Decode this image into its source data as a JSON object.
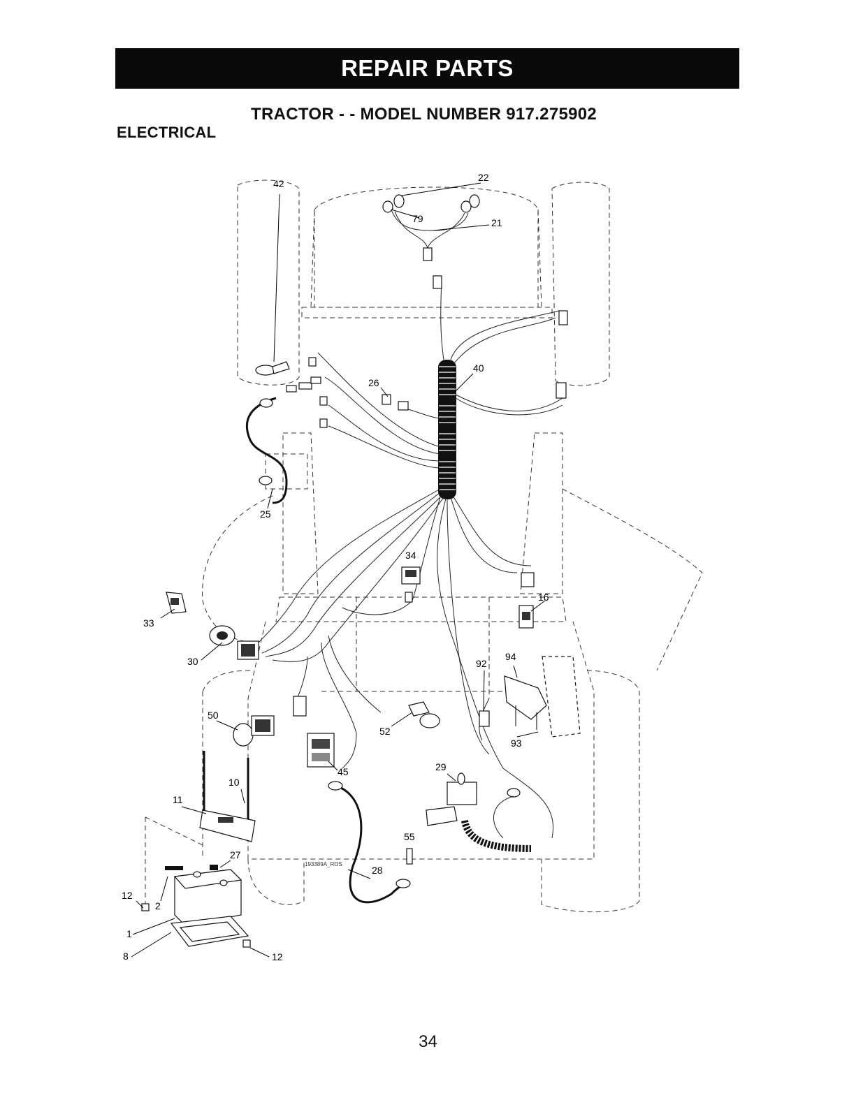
{
  "header": {
    "banner": "REPAIR PARTS",
    "subtitle": "TRACTOR - - MODEL NUMBER 917.275902",
    "section": "ELECTRICAL"
  },
  "diagram": {
    "drawing_code": "193389A_ROS",
    "callouts": {
      "c22": "22",
      "c79": "79",
      "c21": "21",
      "c42": "42",
      "c26": "26",
      "c40": "40",
      "c25": "25",
      "c34": "34",
      "c16": "16",
      "c33": "33",
      "c30": "30",
      "c92": "92",
      "c94": "94",
      "c50": "50",
      "c52": "52",
      "c93": "93",
      "c45": "45",
      "c29": "29",
      "c10": "10",
      "c11": "11",
      "c27": "27",
      "c55": "55",
      "c28": "28",
      "c12a": "12",
      "c2": "2",
      "c1": "1",
      "c8": "8",
      "c12b": "12"
    }
  },
  "footer": {
    "page_number": "34"
  }
}
